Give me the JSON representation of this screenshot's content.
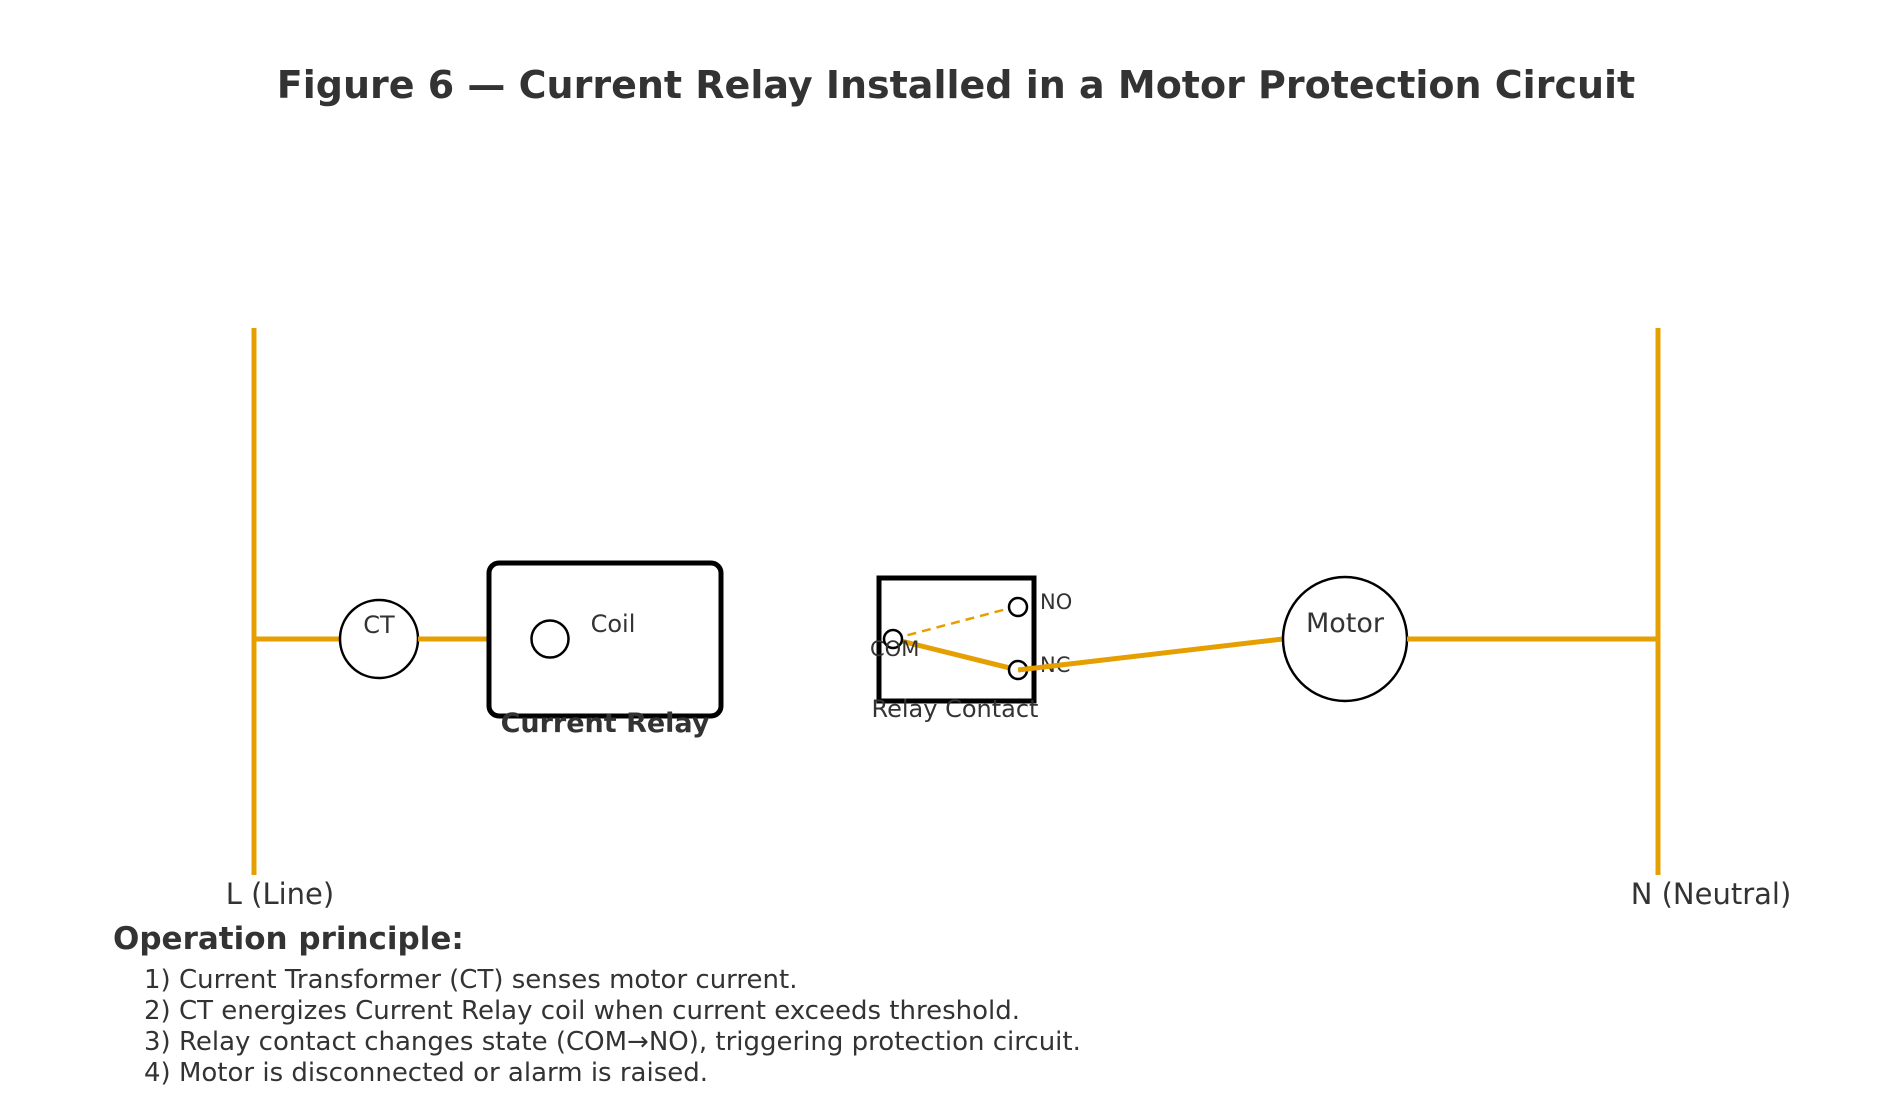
{
  "title": "Figure 6 — Current Relay Installed in a Motor Protection Circuit",
  "colors": {
    "wire": "#e69f00",
    "outline": "#000000",
    "text": "#333333",
    "background": "#ffffff"
  },
  "rails": {
    "line_label": "L (Line)",
    "neutral_label": "N (Neutral)"
  },
  "components": {
    "ct_label": "CT",
    "relay_coil_label": "Coil",
    "relay_label": "Current Relay",
    "contact_no": "NO",
    "contact_com": "COM",
    "contact_nc": "NC",
    "contact_label": "Relay Contact",
    "motor_label": "Motor"
  },
  "principle": {
    "heading": "Operation principle:",
    "steps": [
      "1) Current Transformer (CT) senses motor current.",
      "2) CT energizes Current Relay coil when current exceeds threshold.",
      "3) Relay contact changes state (COM→NO), triggering protection circuit.",
      "4) Motor is disconnected or alarm is raised."
    ]
  }
}
